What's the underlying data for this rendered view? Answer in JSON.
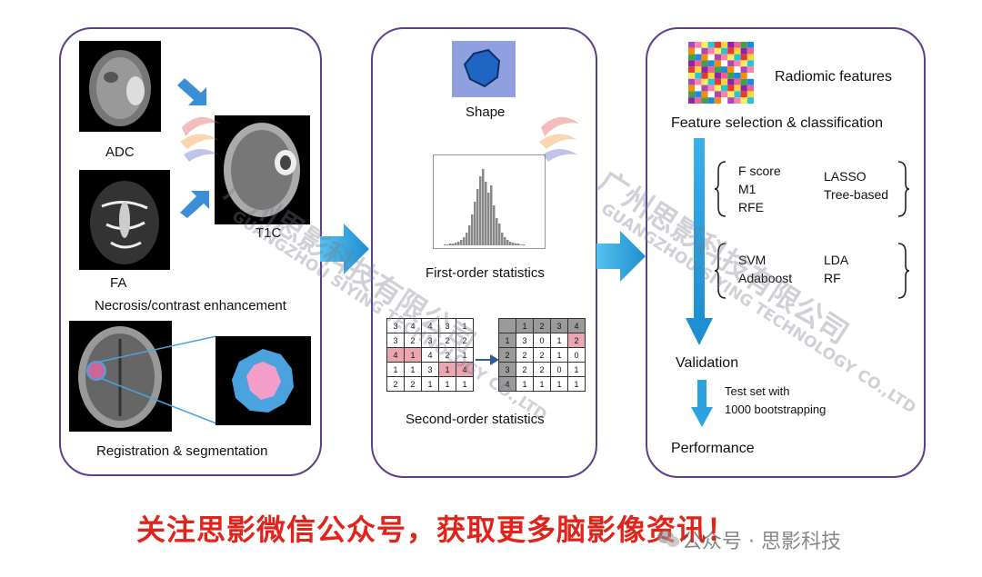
{
  "panel1": {
    "adc_label": "ADC",
    "fa_label": "FA",
    "t1c_label": "T1C",
    "necrosis_label": "Necrosis/contrast enhancement",
    "registration_label": "Registration & segmentation"
  },
  "panel2": {
    "shape_label": "Shape",
    "first_order_label": "First-order statistics",
    "second_order_label": "Second-order statistics",
    "matrix_left": [
      [
        "3",
        "4",
        "4",
        "3",
        "1"
      ],
      [
        "3",
        "2",
        "3",
        "2",
        "2"
      ],
      [
        "4",
        "1",
        "4",
        "2",
        "1"
      ],
      [
        "1",
        "1",
        "3",
        "1",
        "4"
      ],
      [
        "2",
        "2",
        "1",
        "1",
        "1"
      ]
    ],
    "matrix_right_header": [
      "",
      "1",
      "2",
      "3",
      "4"
    ],
    "matrix_right": [
      [
        "1",
        "3",
        "0",
        "1",
        "2"
      ],
      [
        "2",
        "2",
        "2",
        "1",
        "0"
      ],
      [
        "3",
        "2",
        "2",
        "0",
        "1"
      ],
      [
        "4",
        "1",
        "1",
        "1",
        "1"
      ]
    ]
  },
  "panel3": {
    "radiomic_label": "Radiomic features",
    "selection_label": "Feature selection & classification",
    "selection_methods_left": [
      "F score",
      "M1",
      "RFE"
    ],
    "selection_methods_right": [
      "LASSO",
      "Tree-based"
    ],
    "classifiers_left": [
      "SVM",
      "Adaboost"
    ],
    "classifiers_right": [
      "LDA",
      "RF"
    ],
    "validation_label": "Validation",
    "test_set_line1": "Test set with",
    "test_set_line2": "1000 bootstrapping",
    "performance_label": "Performance"
  },
  "watermark": {
    "cn": "广州思影科技有限公司",
    "en": "GUANGZHOU SIYING TECHNOLOGY CO.,LTD"
  },
  "footer": {
    "promo": "关注思影微信公众号，获取更多脑影像资讯！",
    "wechat_tag": "公众号 · 思影科技"
  },
  "colors": {
    "panel_border": "#5b3f8c",
    "flow_arrow": "#2ba3e0",
    "footer_text": "#e2231a",
    "highlight_pink": "#e9a6b1"
  },
  "icons": [
    "mosaic-features-icon",
    "tumor-shape-icon",
    "histogram-icon",
    "logo-swirl-icon",
    "wechat-icon"
  ]
}
